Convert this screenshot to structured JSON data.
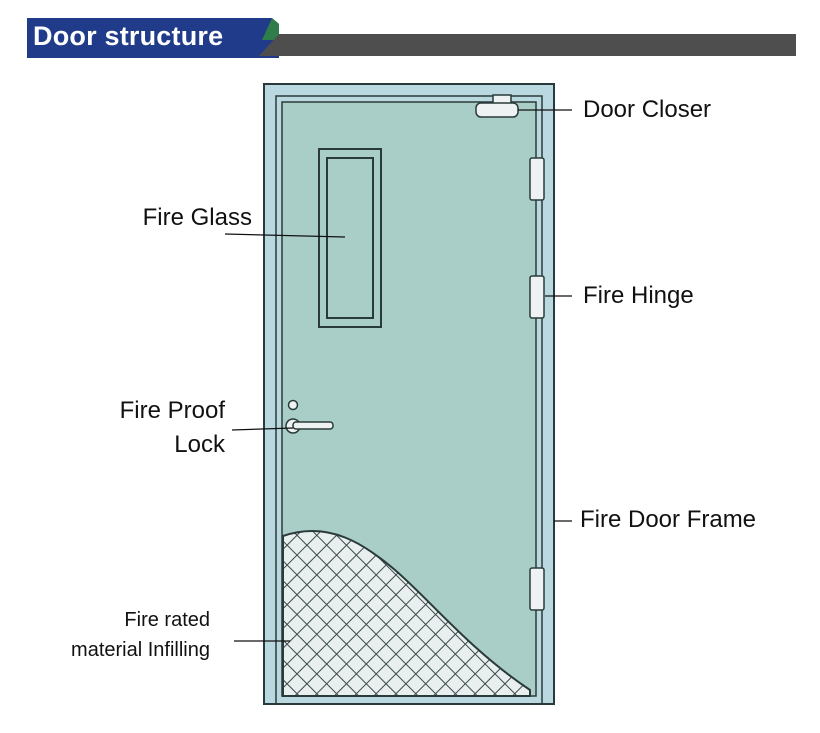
{
  "header": {
    "title": "Door structure"
  },
  "labels": {
    "door_closer": "Door Closer",
    "fire_glass": "Fire Glass",
    "fire_hinge": "Fire Hinge",
    "fire_proof_lock_line1": "Fire Proof",
    "fire_proof_lock_line2": "Lock",
    "fire_door_frame": "Fire Door Frame",
    "infilling_line1": "Fire rated",
    "infilling_line2": "material Infilling"
  },
  "colors": {
    "frame": "#b9d8df",
    "door_leaf": "#a9cec8",
    "title_bar": "#4e4e4e",
    "title_tab": "#1f3b8a"
  }
}
